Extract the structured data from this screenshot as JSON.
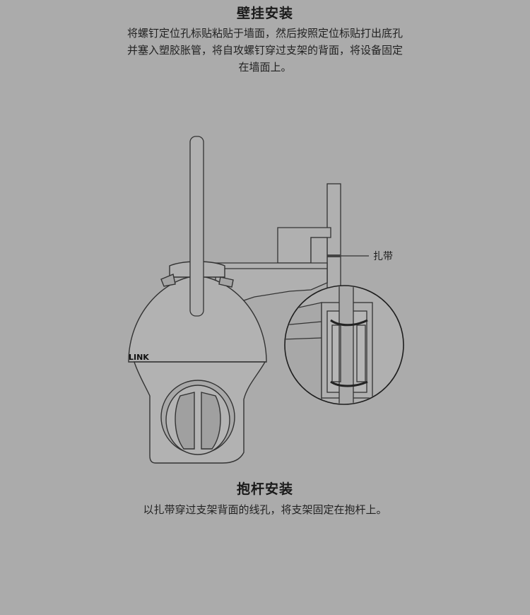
{
  "wall_mount": {
    "title": "壁挂安装",
    "description": "将螺钉定位孔标贴粘贴于墙面，然后按照定位标贴打出底孔并塞入塑胶胀管，将自攻螺钉穿过支架的背面，将设备固定在墙面上。"
  },
  "pole_mount": {
    "title": "抱杆安装",
    "description": "以扎带穿过支架背面的线孔，将支架固定在抱杆上。"
  },
  "illustration": {
    "brand_label": "LINK",
    "callout_label": "扎带"
  }
}
